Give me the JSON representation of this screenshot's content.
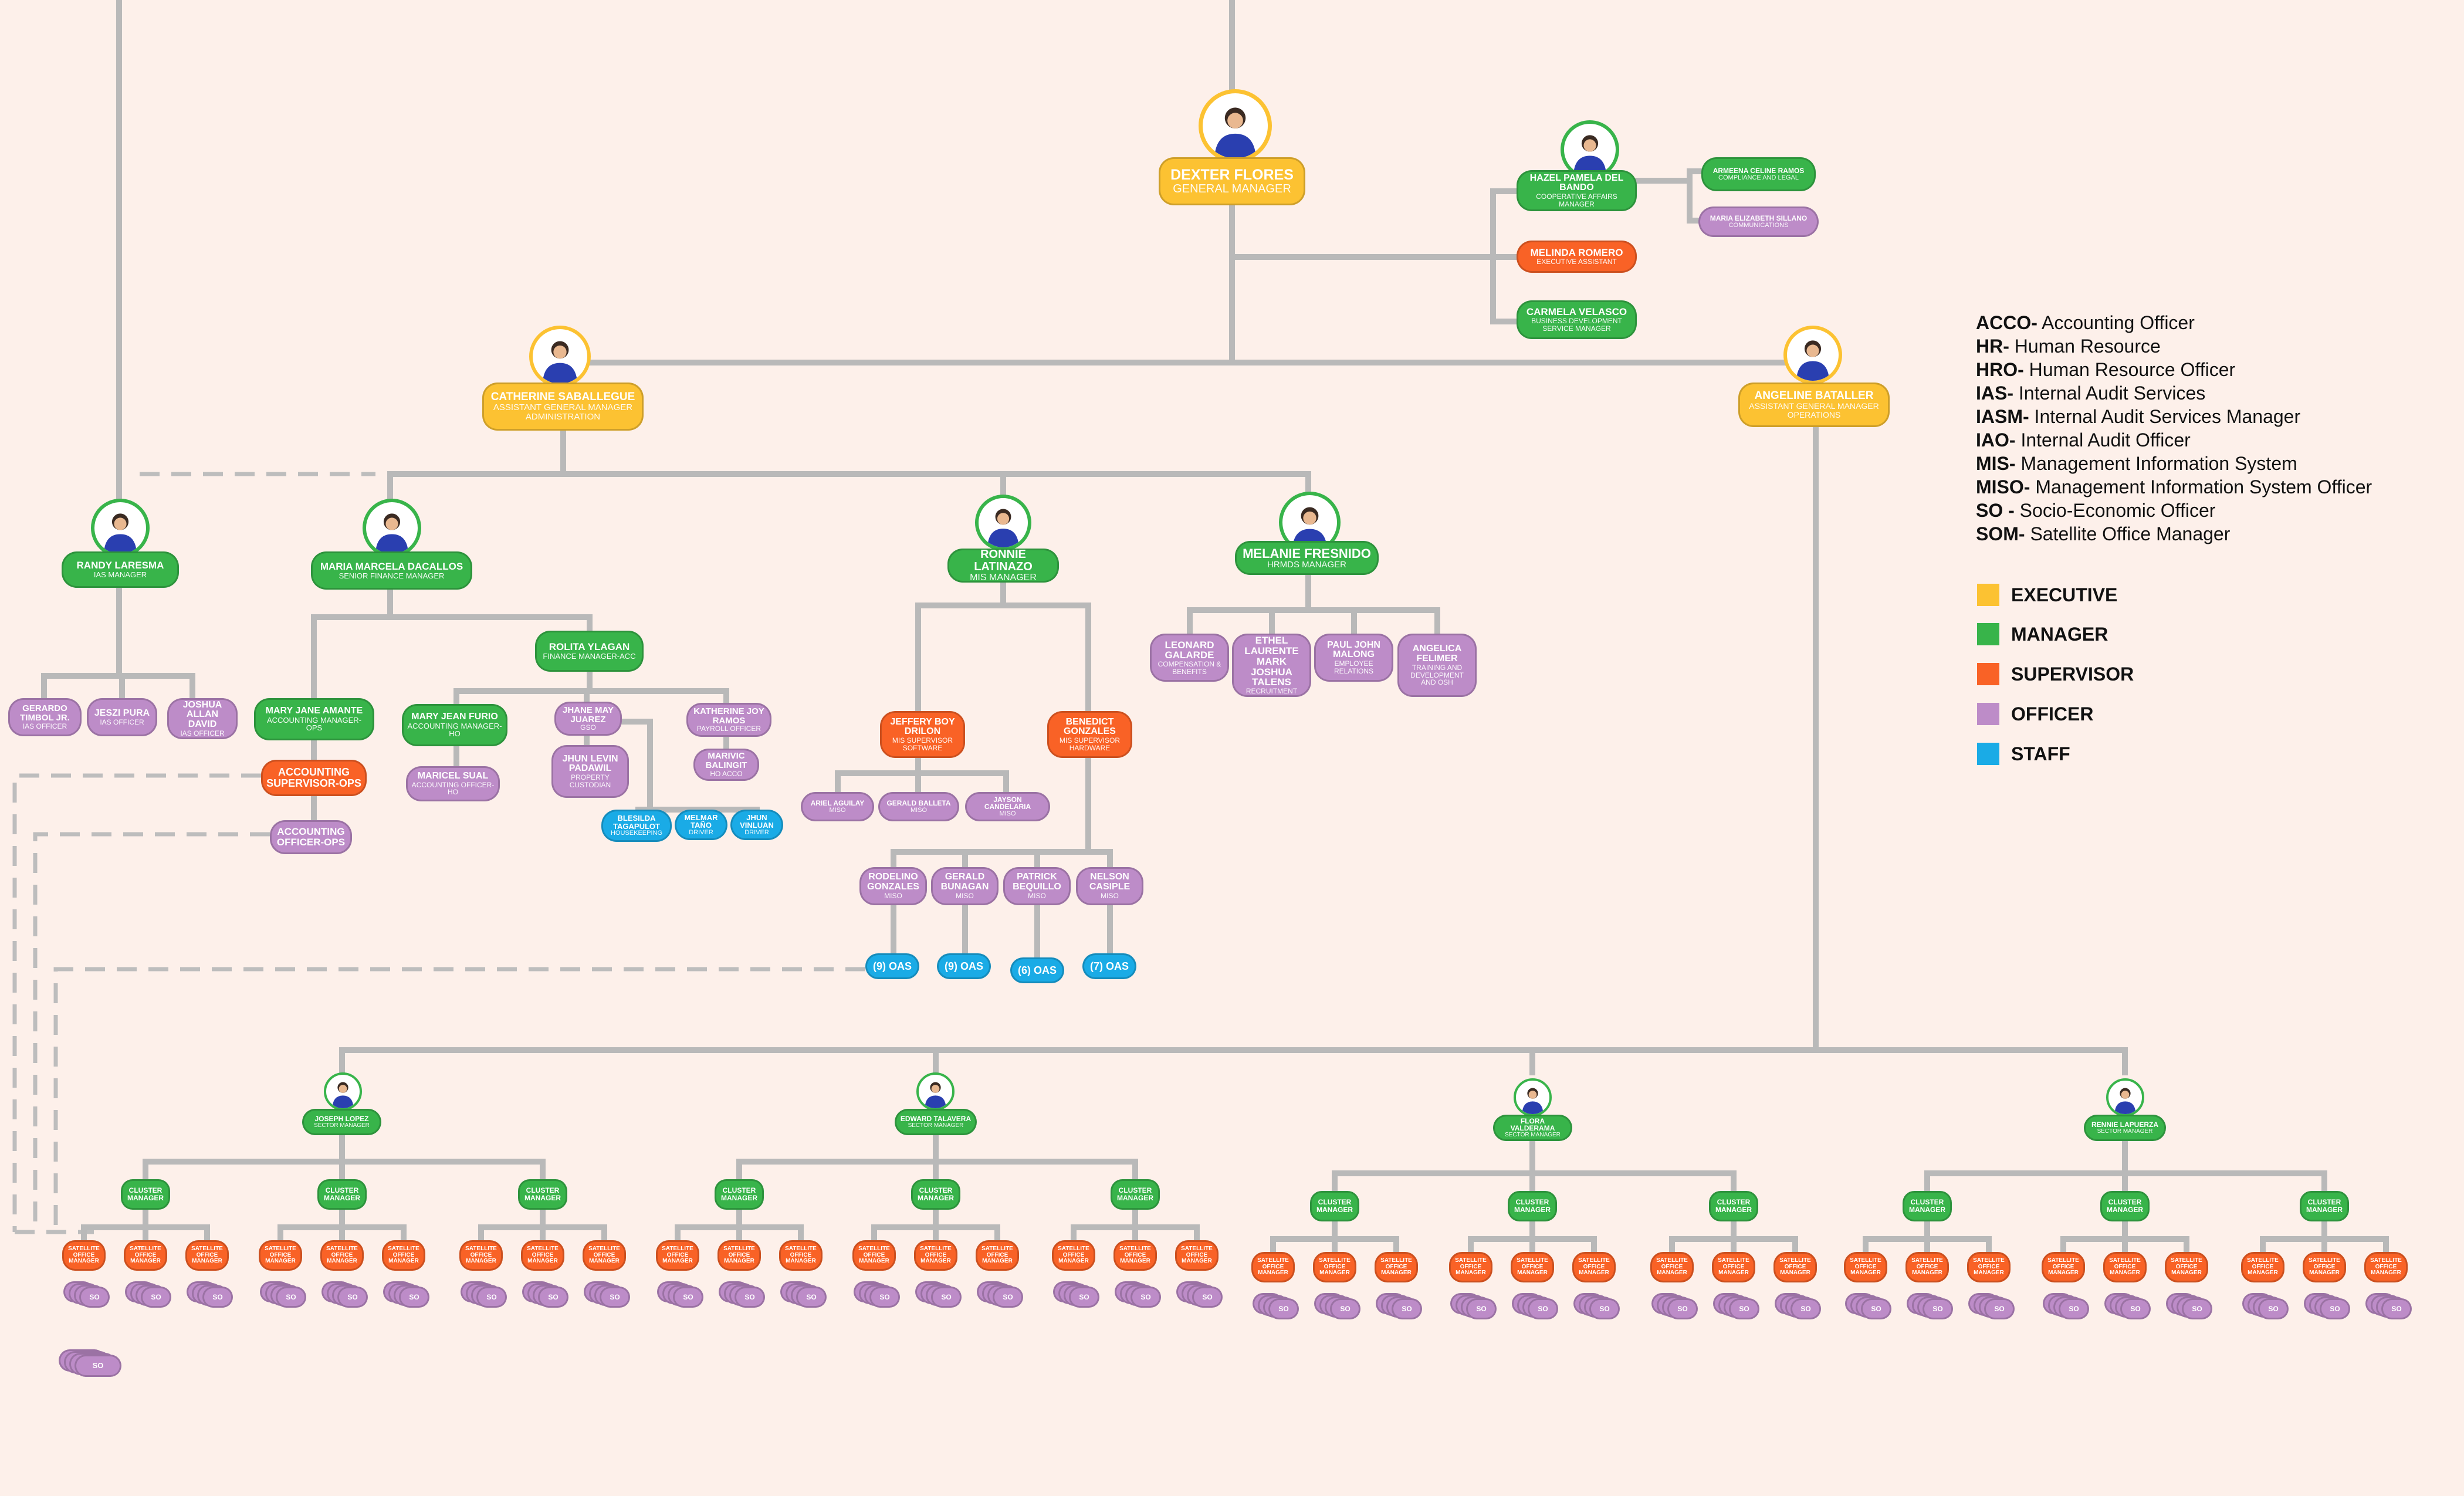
{
  "colors": {
    "executive": "#fcc232",
    "manager": "#38b44a",
    "supervisor": "#f96226",
    "officer": "#bd8cc8",
    "staff": "#1aabe6",
    "line": "#b9b9b9",
    "background": "#fdf0ea"
  },
  "legend": {
    "abbreviations": [
      {
        "abbr": "ACCO-",
        "text": " Accounting Officer"
      },
      {
        "abbr": "HR-",
        "text": " Human Resource"
      },
      {
        "abbr": "HRO-",
        "text": " Human Resource Officer"
      },
      {
        "abbr": "IAS-",
        "text": " Internal Audit Services"
      },
      {
        "abbr": "IASM-",
        "text": " Internal Audit Services Manager"
      },
      {
        "abbr": "IAO-",
        "text": " Internal Audit Officer"
      },
      {
        "abbr": "MIS-",
        "text": " Management Information System"
      },
      {
        "abbr": "MISO-",
        "text": " Management Information System Officer"
      },
      {
        "abbr": "SO -",
        "text": " Socio-Economic Officer"
      },
      {
        "abbr": "SOM-",
        "text": " Satellite Office Manager"
      }
    ],
    "keys": [
      {
        "label": "EXECUTIVE",
        "color": "#fcc232"
      },
      {
        "label": "MANAGER",
        "color": "#38b44a"
      },
      {
        "label": "SUPERVISOR",
        "color": "#f96226"
      },
      {
        "label": "OFFICER",
        "color": "#bd8cc8"
      },
      {
        "label": "STAFF",
        "color": "#1aabe6"
      }
    ]
  },
  "people": {
    "gm": {
      "name": "DEXTER FLORES",
      "title": "GENERAL MANAGER"
    },
    "hazel": {
      "name": "HAZEL PAMELA DEL BANDO",
      "title": "COOPERATIVE AFFAIRS MANAGER"
    },
    "armeena": {
      "name": "ARMEENA CELINE RAMOS",
      "title": "COMPLIANCE AND LEGAL"
    },
    "elizabeth": {
      "name": "MARIA ELIZABETH SILLANO",
      "title": "COMMUNICATIONS"
    },
    "melinda": {
      "name": "MELINDA ROMERO",
      "title": "EXECUTIVE ASSISTANT"
    },
    "carmela": {
      "name": "CARMELA VELASCO",
      "title": "BUSINESS DEVELOPMENT SERVICE MANAGER"
    },
    "catherine": {
      "name": "CATHERINE SABALLEGUE",
      "title": "ASSISTANT GENERAL MANAGER ADMINISTRATION"
    },
    "angeline": {
      "name": "ANGELINE BATALLER",
      "title": "ASSISTANT GENERAL MANAGER OPERATIONS"
    },
    "randy": {
      "name": "RANDY LARESMA",
      "title": "IAS MANAGER"
    },
    "gerardo": {
      "name": "GERARDO TIMBOL JR.",
      "title": "IAS OFFICER"
    },
    "jeszi": {
      "name": "JESZI PURA",
      "title": "IAS OFFICER"
    },
    "joshua": {
      "name": "JOSHUA ALLAN DAVID",
      "title": "IAS OFFICER"
    },
    "marcela": {
      "name": "MARIA MARCELA DACALLOS",
      "title": "SENIOR FINANCE MANAGER"
    },
    "rolita": {
      "name": "ROLITA YLAGAN",
      "title": "FINANCE MANAGER-ACC"
    },
    "maryjane": {
      "name": "MARY JANE AMANTE",
      "title": "ACCOUNTING MANAGER-OPS"
    },
    "accsup": {
      "name": "ACCOUNTING SUPERVISOR-OPS",
      "title": ""
    },
    "accoff": {
      "name": "ACCOUNTING OFFICER-OPS",
      "title": ""
    },
    "maryjean": {
      "name": "MARY JEAN FURIO",
      "title": "ACCOUNTING MANAGER-HO"
    },
    "maricel": {
      "name": "MARICEL SUAL",
      "title": "ACCOUNTING OFFICER-HO"
    },
    "jhanemay": {
      "name": "JHANE MAY JUAREZ",
      "title": "GSO"
    },
    "jhunlevin": {
      "name": "JHUN LEVIN PADAWIL",
      "title": "PROPERTY CUSTODIAN"
    },
    "katherine": {
      "name": "KATHERINE JOY RAMOS",
      "title": "PAYROLL OFFICER"
    },
    "marivic": {
      "name": "MARIVIC BALINGIT",
      "title": "HO ACCO"
    },
    "blesilda": {
      "name": "BLESILDA TAGAPULOT",
      "title": "HOUSEKEEPING"
    },
    "melmar": {
      "name": "MELMAR TAÑO",
      "title": "DRIVER"
    },
    "jhunv": {
      "name": "JHUN VINLUAN",
      "title": "DRIVER"
    },
    "ronnie": {
      "name": "RONNIE LATINAZO",
      "title": "MIS MANAGER"
    },
    "jeffery": {
      "name": "JEFFERY BOY DRILON",
      "title": "MIS SUPERVISOR SOFTWARE"
    },
    "benedict": {
      "name": "BENEDICT GONZALES",
      "title": "MIS SUPERVISOR HARDWARE"
    },
    "ariel": {
      "name": "ARIEL AGUILAY",
      "title": "MISO"
    },
    "geraldb": {
      "name": "GERALD BALLETA",
      "title": "MISO"
    },
    "jayson": {
      "name": "JAYSON CANDELARIA",
      "title": "MISO"
    },
    "rodelino": {
      "name": "RODELINO GONZALES",
      "title": "MISO"
    },
    "geraldbu": {
      "name": "GERALD BUNAGAN",
      "title": "MISO"
    },
    "patrick": {
      "name": "PATRICK BEQUILLO",
      "title": "MISO"
    },
    "nelson": {
      "name": "NELSON CASIPLE",
      "title": "MISO"
    },
    "melanie": {
      "name": "MELANIE FRESNIDO",
      "title": "HRMDS MANAGER"
    },
    "leonard": {
      "name": "LEONARD GALARDE",
      "title": "COMPENSATION & BENEFITS"
    },
    "ethel": {
      "name": "ETHEL LAURENTE MARK JOSHUA TALENS",
      "title": "RECRUITMENT"
    },
    "pauljohn": {
      "name": "PAUL JOHN MALONG",
      "title": "EMPLOYEE RELATIONS"
    },
    "angelica": {
      "name": "ANGELICA FELIMER",
      "title": "TRAINING AND DEVELOPMENT AND OSH"
    },
    "joseph": {
      "name": "JOSEPH LOPEZ",
      "title": "SECTOR MANAGER"
    },
    "edward": {
      "name": "EDWARD TALAVERA",
      "title": "SECTOR MANAGER"
    },
    "flora": {
      "name": "FLORA VALDERAMA",
      "title": "SECTOR MANAGER"
    },
    "rennie": {
      "name": "RENNIE LAPUERZA",
      "title": "SECTOR MANAGER"
    }
  },
  "oas": [
    "(9) OAS",
    "(9) OAS",
    "(6) OAS",
    "(7) OAS"
  ],
  "field": {
    "cluster": "CLUSTER MANAGER",
    "satellite": "SATELLITE OFFICE MANAGER",
    "so": "SO"
  }
}
